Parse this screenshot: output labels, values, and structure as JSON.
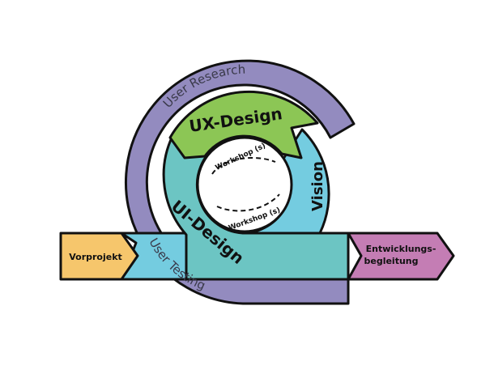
{
  "diagram": {
    "user_research": "User Research",
    "user_testing": "User Testing",
    "ux_design": "UX-Design",
    "ui_design": "UI-Design",
    "vision": "Vision",
    "workshop_top": "Workshop (s)",
    "workshop_bottom": "Workshop (s)",
    "vorprojekt": "Vorprojekt",
    "entwicklung_line1": "Entwicklungs-",
    "entwicklung_line2": "begleitung"
  },
  "colors": {
    "purple_ring": "#938bbf",
    "green_band": "#8cc655",
    "teal_band": "#6cc5c3",
    "light_blue": "#74cce0",
    "orange_box": "#f6c66c",
    "pink_box": "#c47db4",
    "outline": "#111111"
  }
}
